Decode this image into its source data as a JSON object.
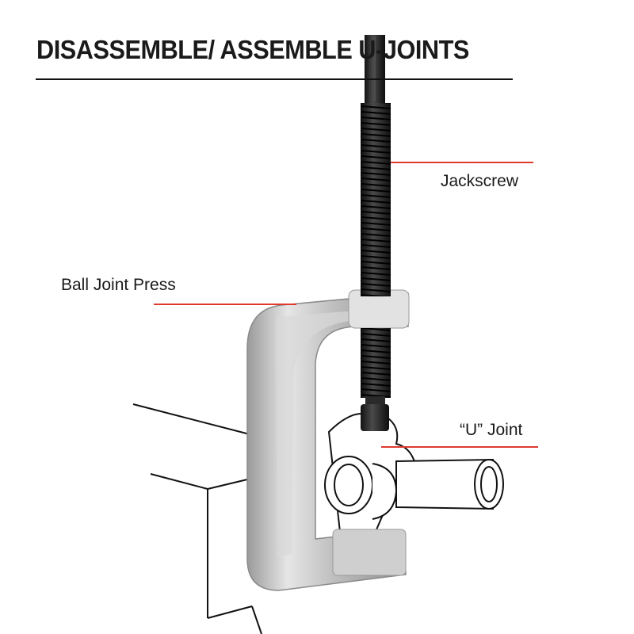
{
  "title": "DISASSEMBLE/ ASSEMBLE U-JOINTS",
  "callouts": {
    "jackscrew": "Jackscrew",
    "ball_joint_press": "Ball Joint Press",
    "u_joint": "“U” Joint"
  },
  "colors": {
    "leader": "#e0392d",
    "frame": "#c8c8c8",
    "screw": "#1e1e1e"
  }
}
